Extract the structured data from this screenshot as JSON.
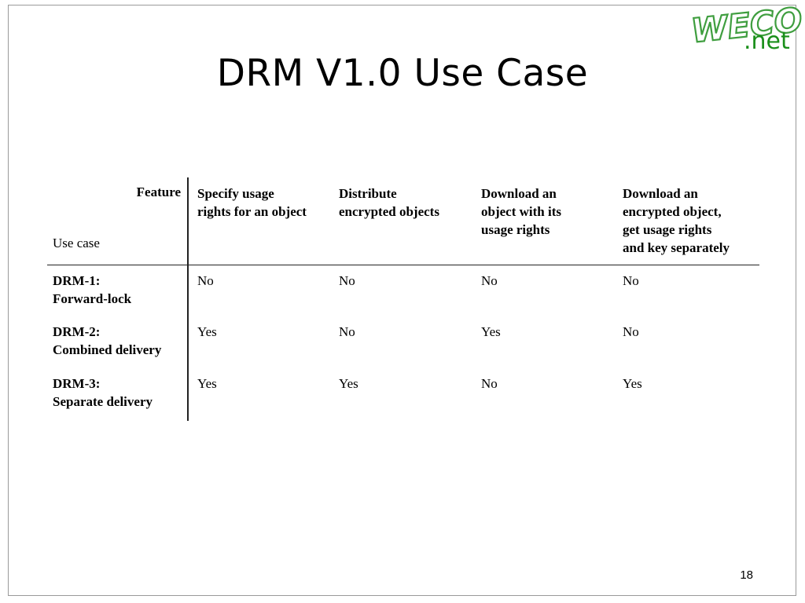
{
  "slide": {
    "title": "DRM V1.0 Use Case",
    "page_number": "18"
  },
  "logo": {
    "main_text": "WECO",
    "sub_text": ".net",
    "colors": {
      "main": "#5cb85c",
      "sub": "#1a8f1a"
    }
  },
  "table": {
    "header_feature": "Feature",
    "header_use_case": "Use case",
    "columns": [
      "Specify usage\nrights for an object",
      "Distribute\nencrypted objects",
      "Download an\nobject with its\nusage rights",
      "Download an\nencrypted object,\nget usage rights\nand key separately"
    ],
    "rows": [
      {
        "label": "DRM-1:\nForward-lock",
        "values": [
          "No",
          "No",
          "No",
          "No"
        ]
      },
      {
        "label": "DRM-2:\nCombined delivery",
        "values": [
          "Yes",
          "No",
          "Yes",
          "No"
        ]
      },
      {
        "label": "DRM-3:\nSeparate delivery",
        "values": [
          "Yes",
          "Yes",
          "No",
          "Yes"
        ]
      }
    ]
  }
}
